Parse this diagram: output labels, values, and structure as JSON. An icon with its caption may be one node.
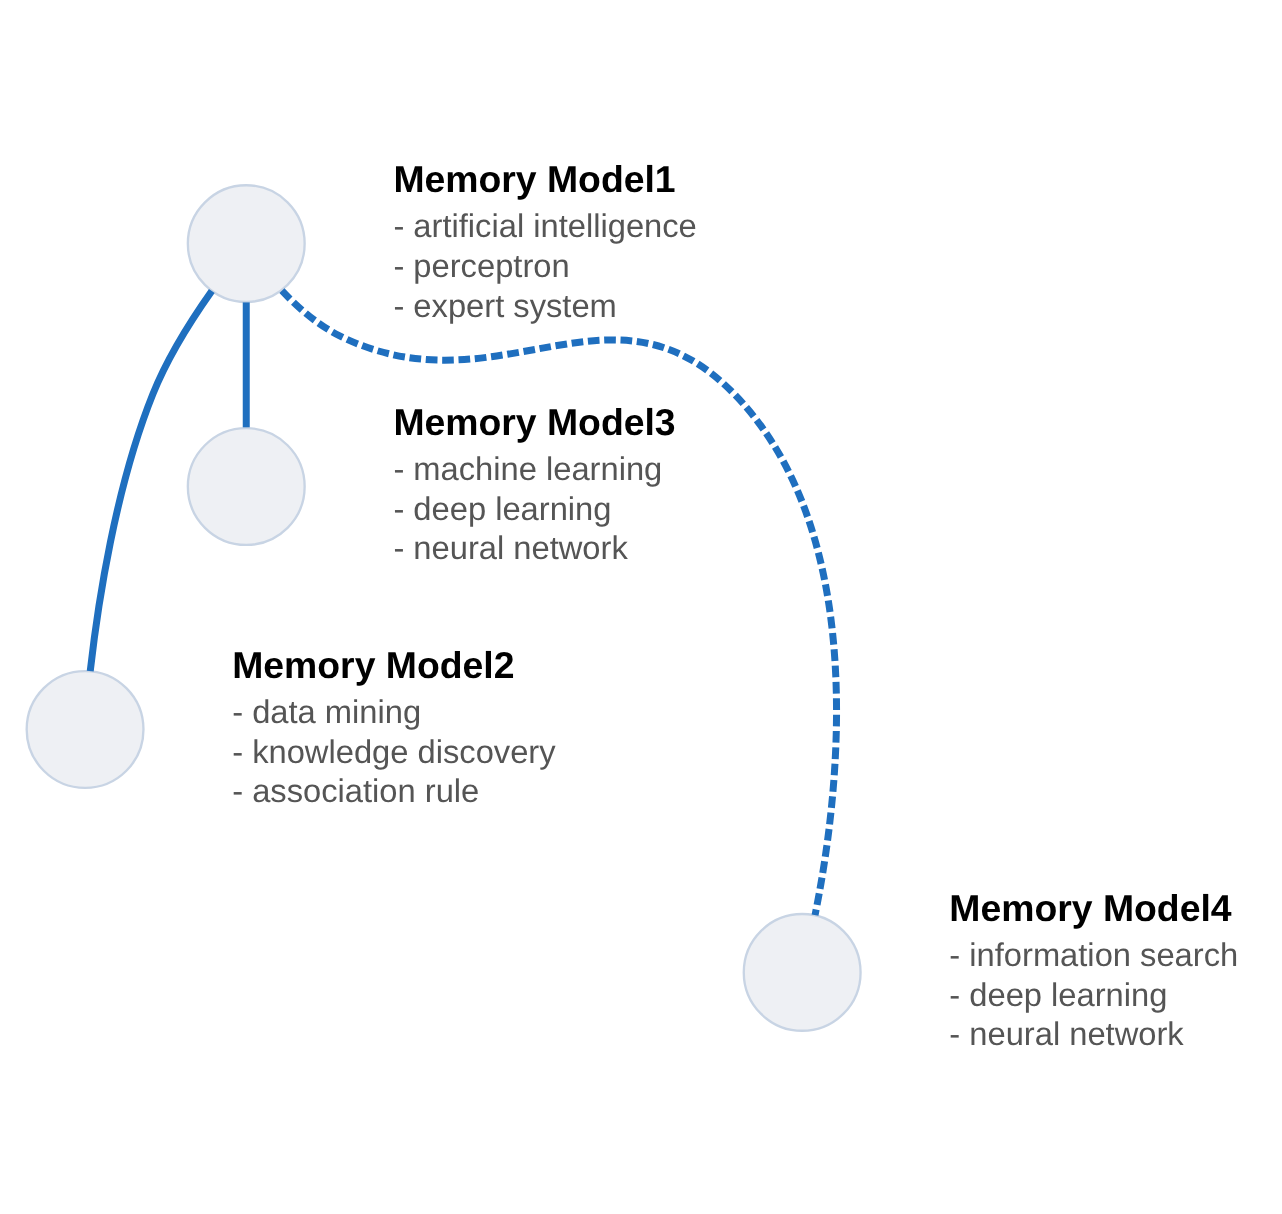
{
  "diagram": {
    "nodes": [
      {
        "text": [],
        "shape": "circle",
        "beside": [
          "Memory Model1",
          "- artificial intelligence",
          "- perceptron",
          "- expert system"
        ]
      },
      {
        "text": [],
        "shape": "circle",
        "beside": [
          "Memory Model2",
          "- data mining",
          "- knowledge discovery",
          "- association rule"
        ]
      },
      {
        "text": [],
        "shape": "circle",
        "beside": [
          "Memory Model3",
          "- machine learning",
          "- deep learning",
          "- neural network"
        ]
      },
      {
        "text": [],
        "shape": "circle",
        "beside": [
          "Memory Model4",
          "- information search",
          "- deep learning",
          "- neural network"
        ]
      }
    ],
    "edges": [
      {
        "from": 0,
        "to": 1,
        "arrow": "none"
      },
      {
        "from": 0,
        "to": 2,
        "arrow": "none"
      },
      {
        "from": 0,
        "to": 3,
        "arrow": "none",
        "style": "dashed"
      }
    ]
  }
}
